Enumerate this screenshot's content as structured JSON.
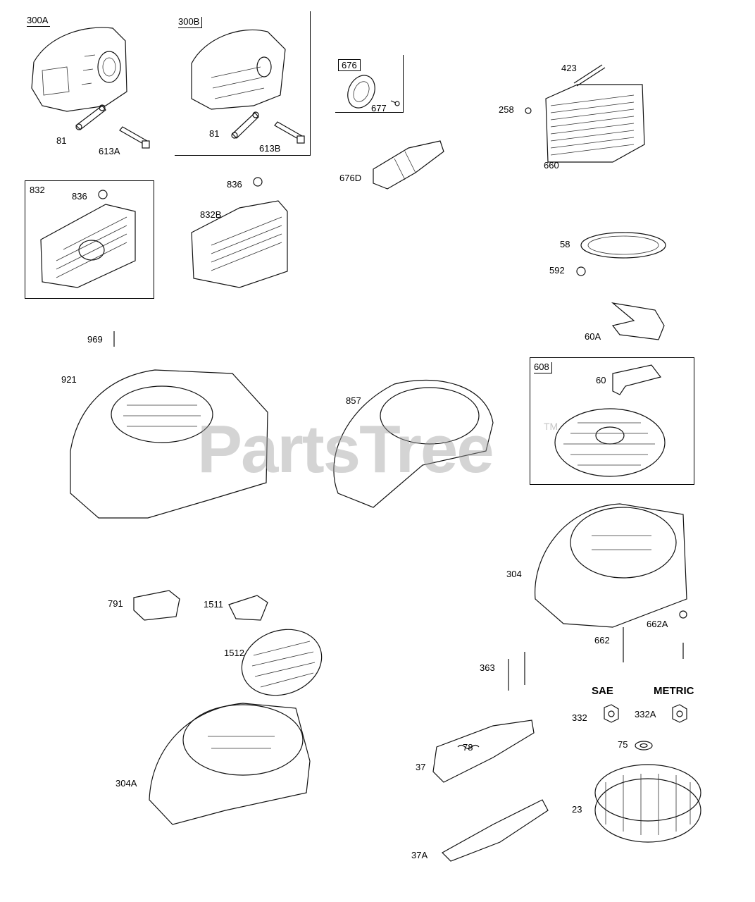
{
  "watermark": "PartsTree",
  "watermark_tm": "TM",
  "group_labels": {
    "g300A": "300A",
    "g300B": "300B",
    "g676": "676",
    "g832": "832",
    "g608": "608"
  },
  "headers": {
    "sae": "SAE",
    "metric": "METRIC"
  },
  "callouts": {
    "c81a": "81",
    "c613A": "613A",
    "c81b": "81",
    "c613B": "613B",
    "c677": "677",
    "c676D": "676D",
    "c423": "423",
    "c258": "258",
    "c660": "660",
    "c836a": "836",
    "c836b": "836",
    "c832B": "832B",
    "c58": "58",
    "c592": "592",
    "c60A": "60A",
    "c969": "969",
    "c921": "921",
    "c857": "857",
    "c60": "60",
    "c304": "304",
    "c791": "791",
    "c1511": "1511",
    "c1512": "1512",
    "c662A": "662A",
    "c662": "662",
    "c363": "363",
    "c332": "332",
    "c332A": "332A",
    "c75": "75",
    "c78": "78",
    "c37": "37",
    "c304A": "304A",
    "c23": "23",
    "c37A": "37A"
  }
}
